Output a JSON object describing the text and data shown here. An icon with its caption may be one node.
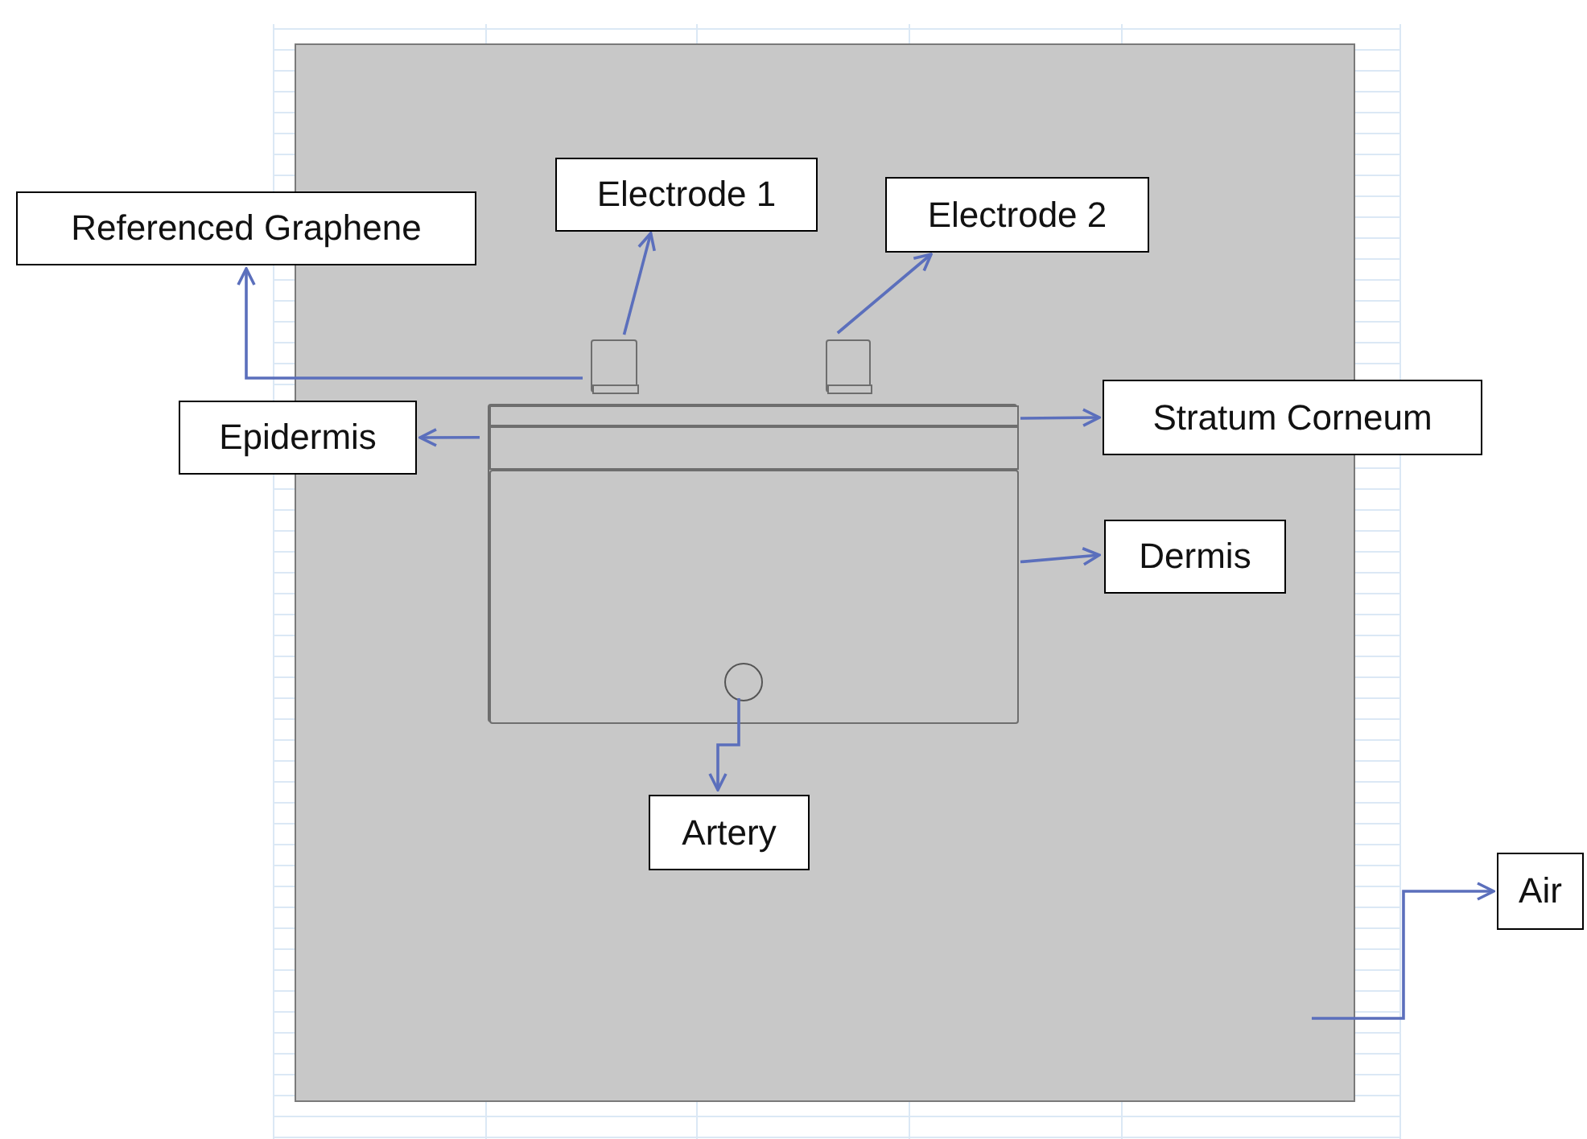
{
  "diagram": {
    "nodes": [
      {
        "text": [],
        "shape": "box"
      },
      {
        "text": [
          "Referenced Graphene"
        ]
      },
      {
        "text": [
          "Electrode 1"
        ],
        "in": 0
      },
      {
        "text": [
          "Electrode 2"
        ],
        "in": 0
      },
      {
        "text": [],
        "shape": "box",
        "in": 0
      },
      {
        "text": [],
        "shape": "bar",
        "in": 4
      },
      {
        "text": [],
        "shape": "box",
        "in": 0
      },
      {
        "text": [],
        "shape": "bar",
        "in": 6
      },
      {
        "text": [
          "Epidermis"
        ]
      },
      {
        "text": [
          "Stratum Corneum"
        ]
      },
      {
        "text": [],
        "shape": "box",
        "in": 0
      },
      {
        "text": [],
        "shape": "bar",
        "in": 10
      },
      {
        "text": [],
        "shape": "bar",
        "in": 10
      },
      {
        "text": [
          "Dermis"
        ],
        "in": 0
      },
      {
        "text": [],
        "shape": "box",
        "in": 10
      },
      {
        "text": [],
        "shape": "circle",
        "in": 14
      },
      {
        "text": [
          "Artery"
        ],
        "in": 0
      },
      {
        "text": [
          "Air"
        ]
      }
    ],
    "edges": [
      {
        "from": 5,
        "to": 1,
        "arrow": "to"
      },
      {
        "from": 4,
        "to": 2,
        "arrow": "to"
      },
      {
        "from": 6,
        "to": 3,
        "arrow": "to"
      },
      {
        "from": 12,
        "to": 8,
        "arrow": "to"
      },
      {
        "from": 11,
        "to": 9,
        "arrow": "to"
      },
      {
        "from": 14,
        "to": 13,
        "arrow": "to"
      },
      {
        "from": 15,
        "to": 16,
        "arrow": "to"
      },
      {
        "from": 0,
        "to": 17,
        "arrow": "to"
      }
    ]
  }
}
